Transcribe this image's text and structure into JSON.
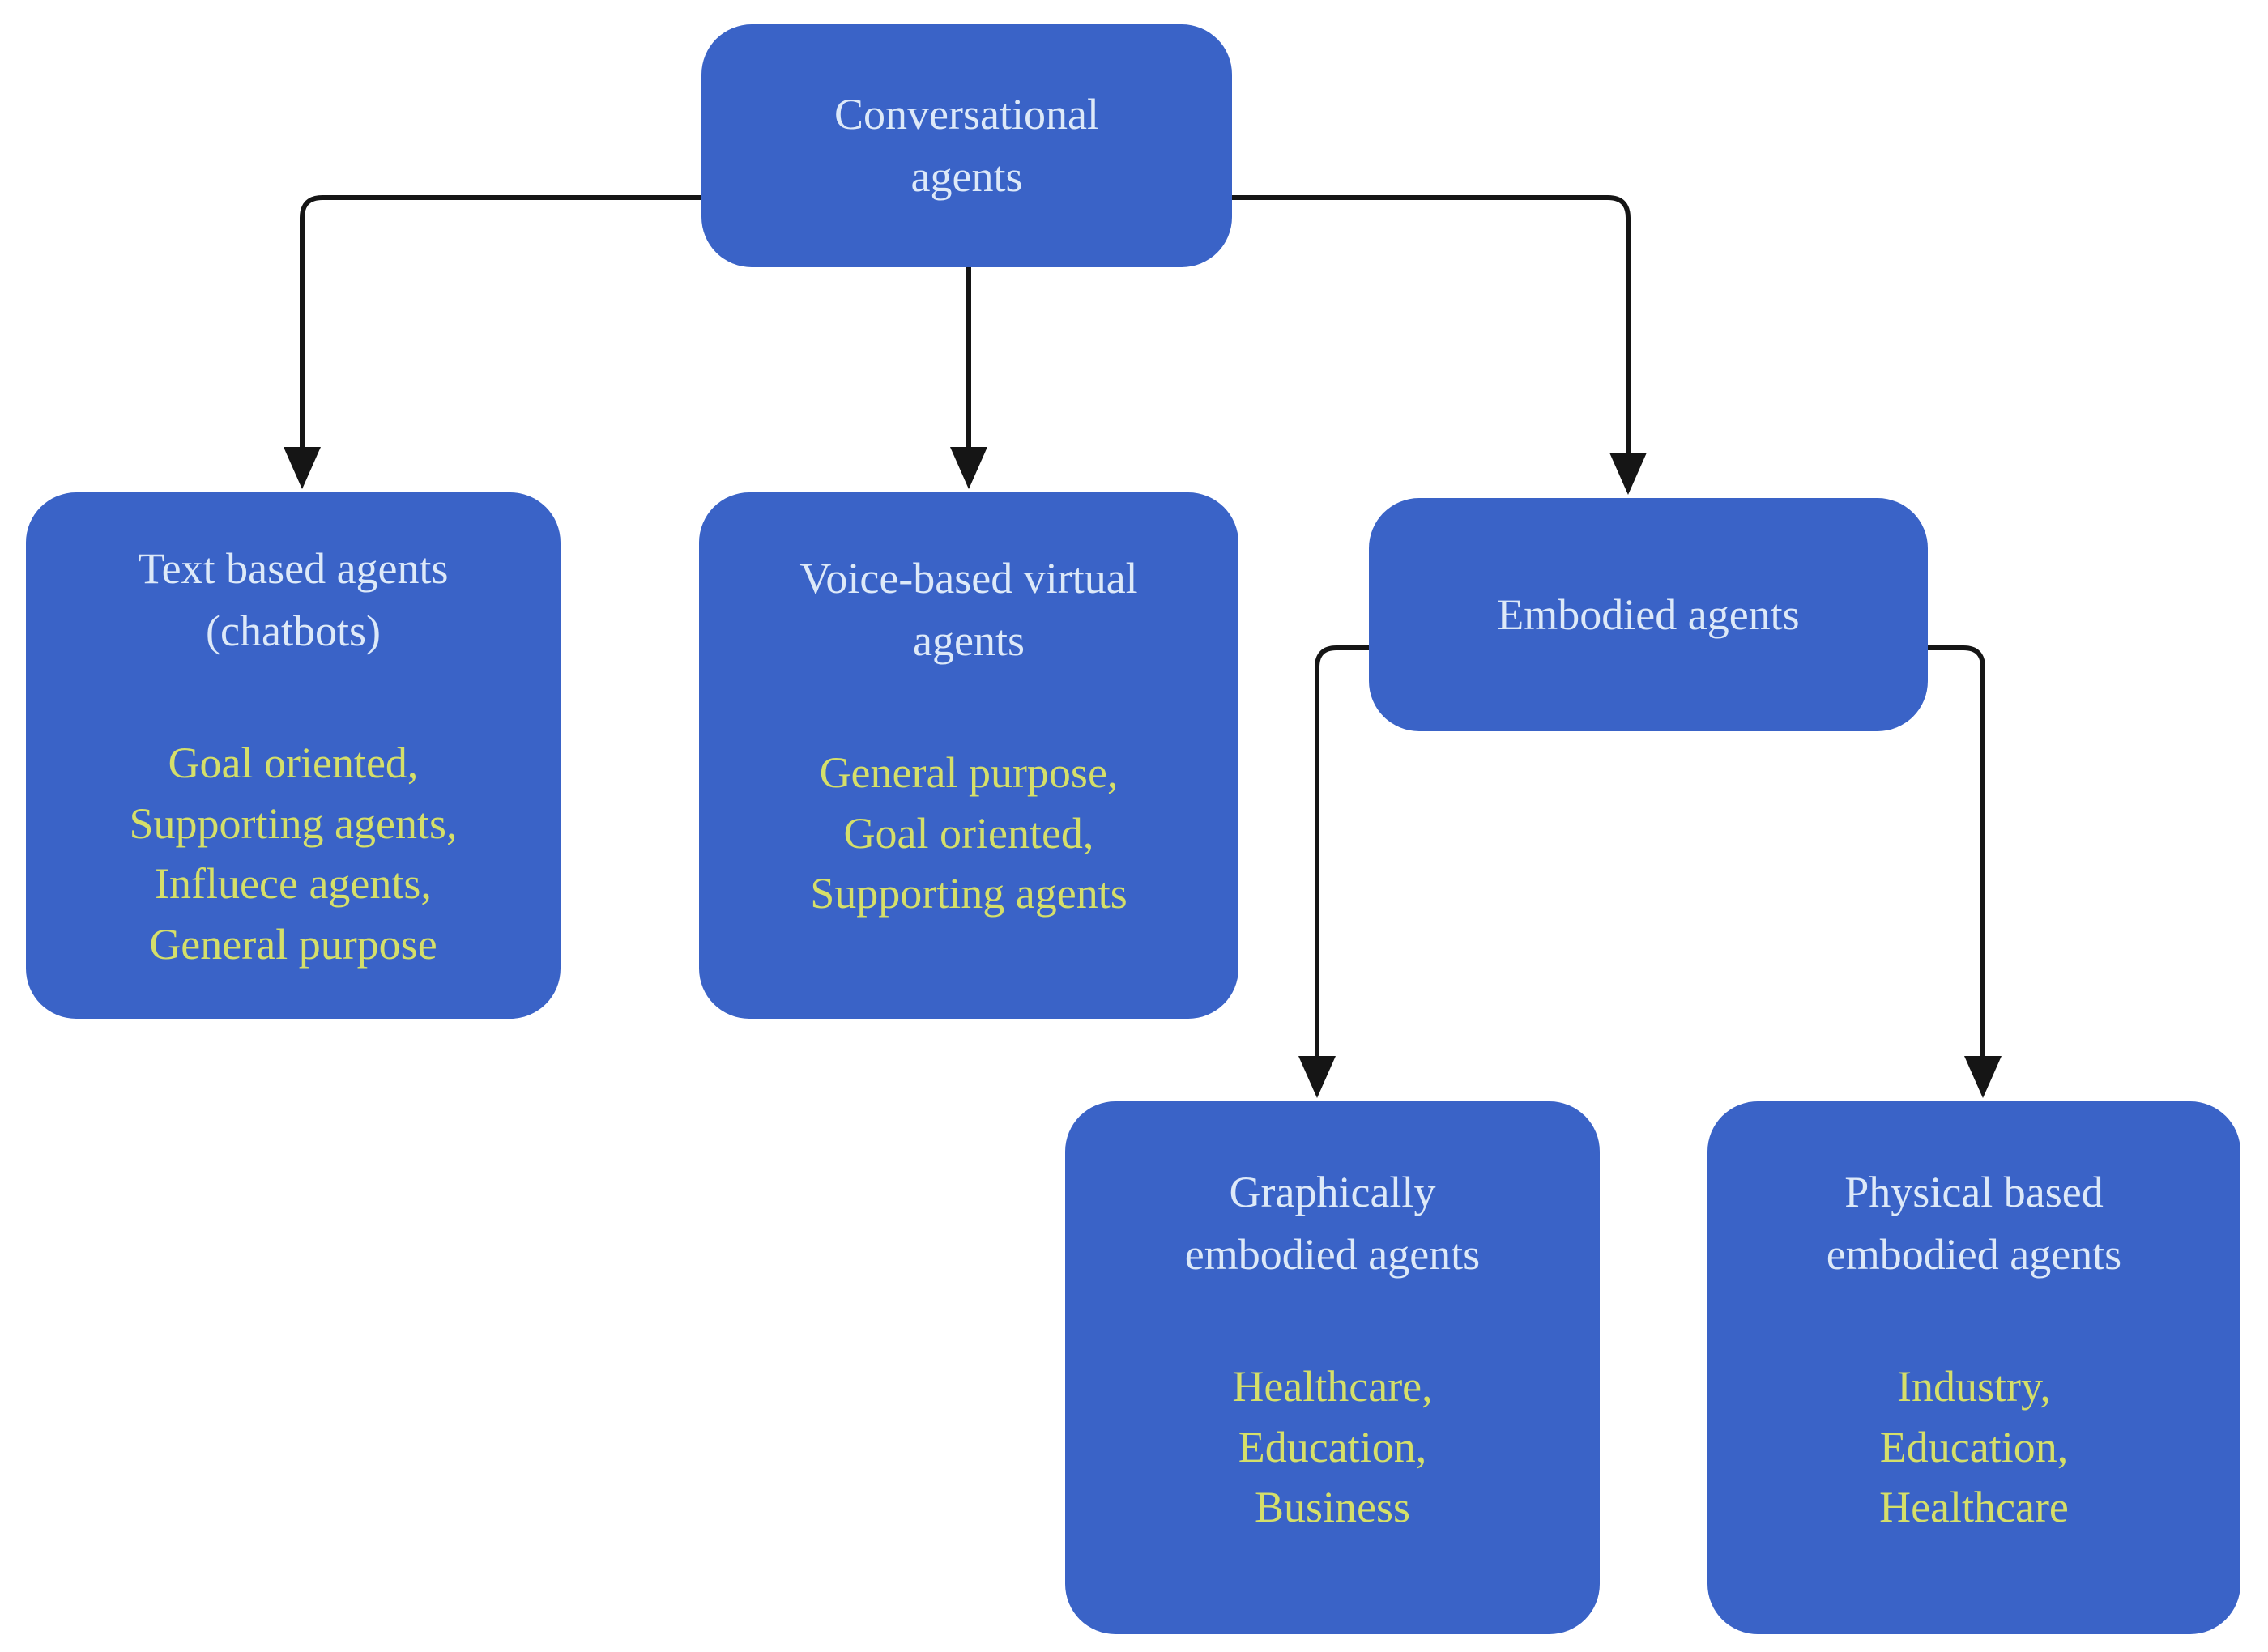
{
  "nodes": {
    "root": {
      "title": "Conversational\nagents"
    },
    "text_based": {
      "title": "Text based agents\n(chatbots)",
      "categories": "Goal oriented,\nSupporting agents,\nInfluece agents,\nGeneral purpose"
    },
    "voice_based": {
      "title": "Voice-based virtual\nagents",
      "categories": "General purpose,\nGoal oriented,\nSupporting agents"
    },
    "embodied": {
      "title": "Embodied agents"
    },
    "graphical": {
      "title": "Graphically\nembodied agents",
      "categories": "Healthcare,\nEducation,\nBusiness"
    },
    "physical": {
      "title": "Physical based\nembodied agents",
      "categories": "Industry,\nEducation,\nHealthcare"
    }
  },
  "edges": [
    {
      "from": "Conversational agents",
      "to": "Text based agents (chatbots)"
    },
    {
      "from": "Conversational agents",
      "to": "Voice-based virtual agents"
    },
    {
      "from": "Conversational agents",
      "to": "Embodied agents"
    },
    {
      "from": "Embodied agents",
      "to": "Graphically embodied agents"
    },
    {
      "from": "Embodied agents",
      "to": "Physical based embodied agents"
    }
  ],
  "colors": {
    "background": "#ffffff",
    "node_fill": "#3a63c7",
    "title_text": "#dde9f8",
    "category_text": "#d5df69",
    "connector": "#151515"
  }
}
